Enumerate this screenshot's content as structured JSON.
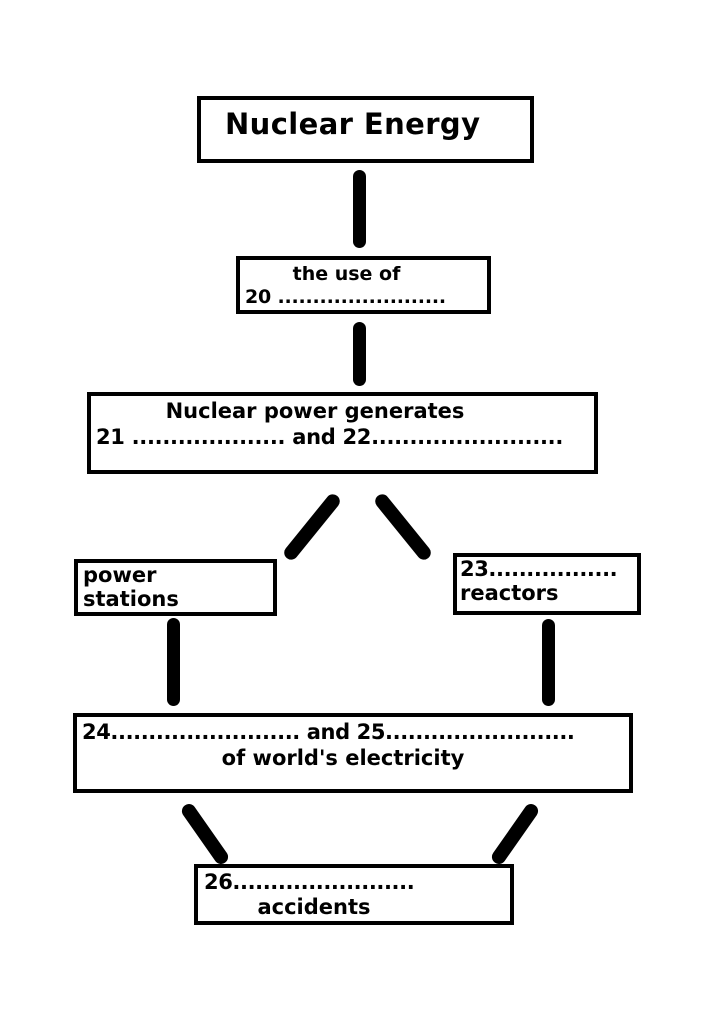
{
  "diagram": {
    "title": "Nuclear Energy flow chart with numbered gap-fill blanks",
    "nodes": {
      "title": {
        "label": "Nuclear Energy"
      },
      "use_of": {
        "line1": "the use of",
        "line2": "20 ........................"
      },
      "generates": {
        "line1": "Nuclear power generates",
        "line2": "21 .................... and 22........................."
      },
      "power_stations": {
        "line1": "power",
        "line2": "stations"
      },
      "reactors": {
        "line1": "23.................",
        "line2": "reactors"
      },
      "electricity": {
        "line1": "24......................... and 25.........................",
        "line2": "of world's electricity"
      },
      "accidents": {
        "line1": "26........................",
        "line2": "accidents"
      }
    },
    "connectors": [
      {
        "name": "title-to-use-of",
        "kind": "vertical"
      },
      {
        "name": "use-of-to-generates",
        "kind": "vertical"
      },
      {
        "name": "generates-to-power-stations",
        "kind": "diagonal"
      },
      {
        "name": "generates-to-reactors",
        "kind": "diagonal"
      },
      {
        "name": "power-stations-to-electricity",
        "kind": "vertical"
      },
      {
        "name": "reactors-to-electricity",
        "kind": "vertical"
      },
      {
        "name": "electricity-to-accidents-left",
        "kind": "diagonal"
      },
      {
        "name": "electricity-to-accidents-right",
        "kind": "diagonal"
      }
    ],
    "colors": {
      "ink": "#000000",
      "paper": "#ffffff"
    }
  }
}
